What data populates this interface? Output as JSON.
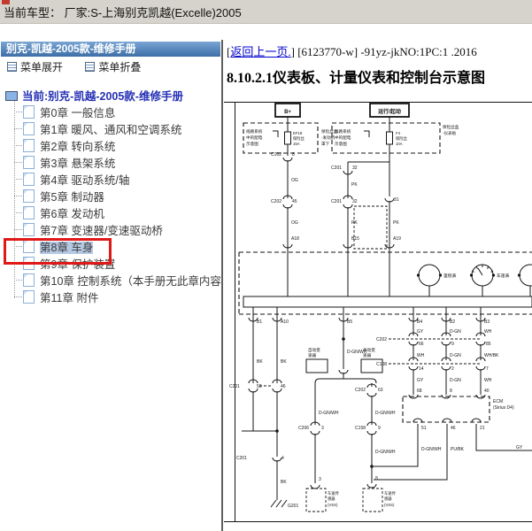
{
  "window": {
    "top_bar": "当前车型：  厂家:S-上海别克凯越(Excelle)2005"
  },
  "sidebar": {
    "title": "别克-凯越-2005款-维修手册",
    "menu": {
      "expand": "菜单展开",
      "collapse": "菜单折叠"
    },
    "tree_root": "当前:别克-凯越-2005款-维修手册",
    "items": [
      {
        "label": "第0章 一般信息"
      },
      {
        "label": "第1章 暖风、通风和空调系统"
      },
      {
        "label": "第2章 转向系统"
      },
      {
        "label": "第3章 悬架系统"
      },
      {
        "label": "第4章 驱动系统/轴"
      },
      {
        "label": "第5章 制动器"
      },
      {
        "label": "第6章 发动机"
      },
      {
        "label": "第7章 变速器/变速驱动桥"
      },
      {
        "label": "第8章 车身",
        "selected": true
      },
      {
        "label": "第9章 保护装置"
      },
      {
        "label": "第10章 控制系统（本手册无此章内容"
      },
      {
        "label": "第11章 附件"
      }
    ]
  },
  "content": {
    "bracket_open": "[",
    "back_link": "返回上一页.",
    "doc_ref": "] [6123770-w] -91yz-jkNO:1PC:1 .2016",
    "title": "8.10.2.1仪表板、计量仪表和控制台示意图"
  },
  "diagram": {
    "labels": {
      "bplus": "B+",
      "runstart": "运行/起动",
      "note1": "线路系统",
      "note2": "中的配电",
      "note3": "示意图",
      "fbh1": "保险丝盒",
      "fbh2": "-发动机",
      "fbh3": "罩下",
      "fbi1": "保险丝盒",
      "fbi2": "-仪表板",
      "f1name": "EF18",
      "fuse": "保险丝",
      "f1amp": "15A",
      "f2name": "F4",
      "f2amp": "10A",
      "c102": "C102",
      "c201": "C201",
      "c202": "C202",
      "c206": "C206",
      "c158": "C158",
      "c108": "C108",
      "p8": "8",
      "p45": "45",
      "p32": "32",
      "p31": "31",
      "p58": "58",
      "p46": "46",
      "p4": "4",
      "p63": "63",
      "p3": "3",
      "p9": "9",
      "p14": "14",
      "p2": "2",
      "p7": "7",
      "p66": "66",
      "p85": "85",
      "p68": "68",
      "p40": "40",
      "p51": "51",
      "p21": "21",
      "a18": "A18",
      "b15": "B15",
      "a19": "A19",
      "b1": "B1",
      "a10": "A10",
      "b5": "B5",
      "b4": "B4",
      "b2": "B2",
      "b3": "B3",
      "og": "OG",
      "pk": "PK",
      "bk": "BK",
      "gy": "GY",
      "wh": "WH",
      "dgn": "D-GN",
      "dgnwh": "D-GN/WH",
      "whbk": "WH/BK",
      "pubk": "PU/BK",
      "gauge1": "里程表",
      "gauge2": "车速表",
      "at1": "自动变",
      "at2": "速器",
      "mt1": "手动变",
      "g201": "G201",
      "ecm1": "ECM",
      "ecm2": "(Sirius D4)",
      "vss1": "车速传",
      "vss2": "感器",
      "vss3": "(VSS)"
    }
  },
  "colors": {
    "selection": "#b6c9e2",
    "highlight_box": "#e01818",
    "link": "#0000cc",
    "title_bar_top": "#79a5d3",
    "title_bar_bottom": "#3c6ea6",
    "top_bar_bg": "#d6d3cc"
  }
}
